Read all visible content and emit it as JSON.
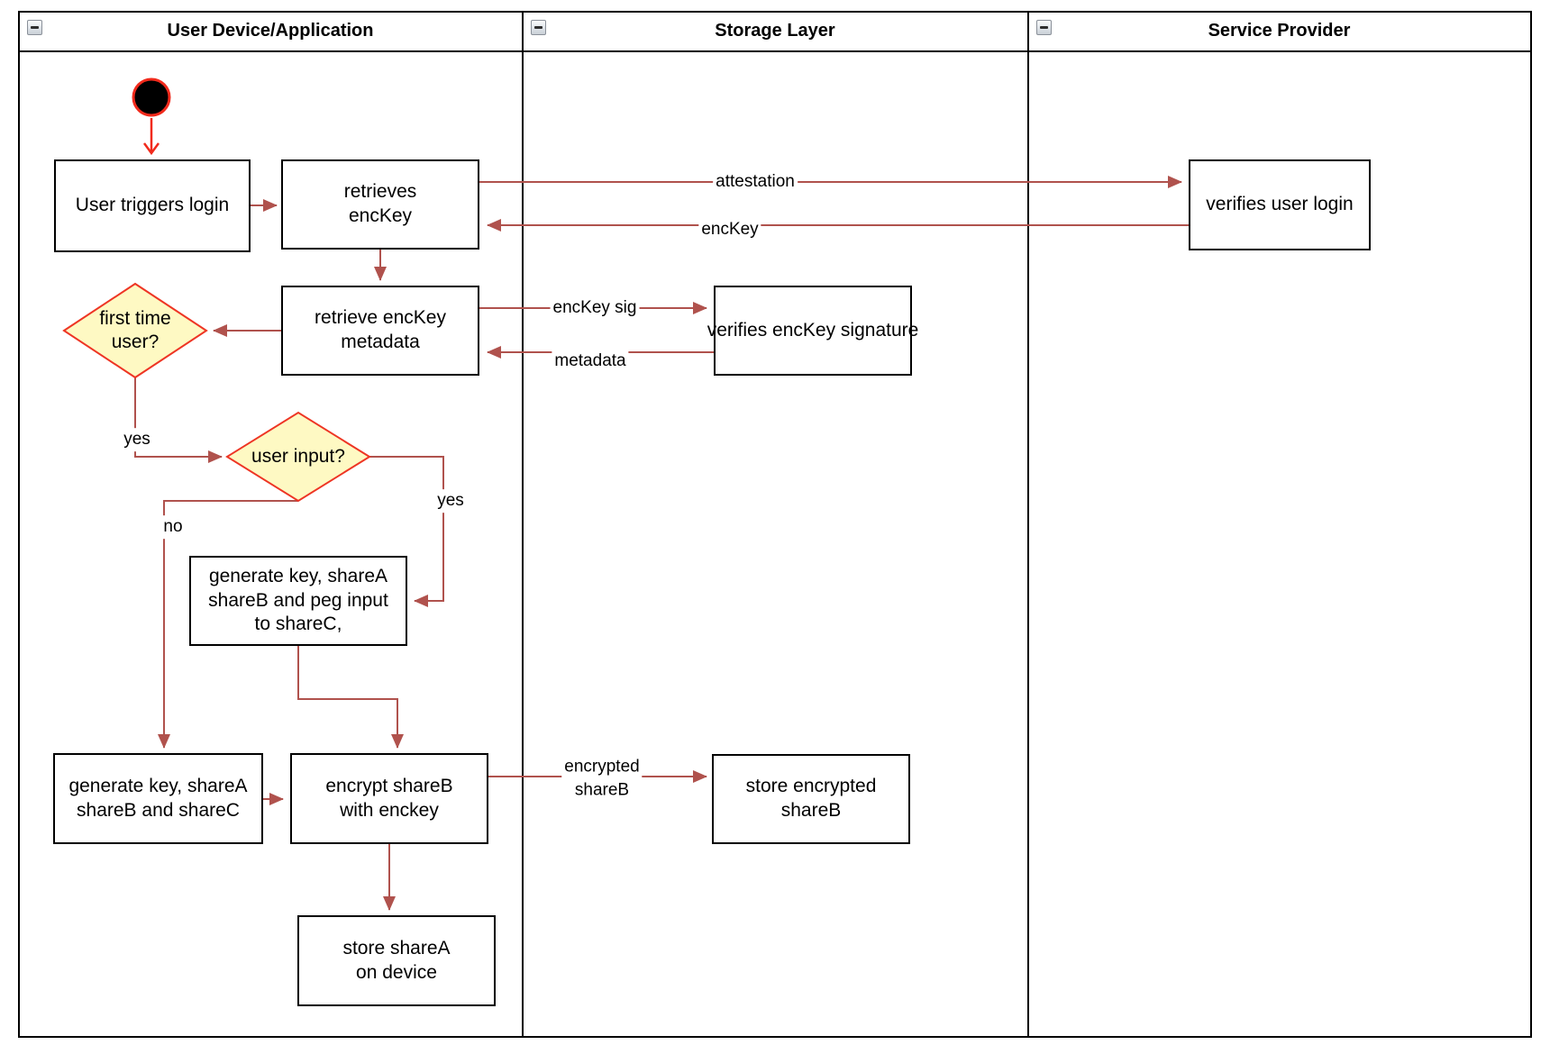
{
  "lanes": [
    {
      "title": "User Device/Application"
    },
    {
      "title": "Storage Layer"
    },
    {
      "title": "Service Provider"
    }
  ],
  "nodes": {
    "user_triggers_login": {
      "lines": [
        "User triggers login"
      ]
    },
    "retrieves_enckey": {
      "lines": [
        "retrieves",
        "encKey"
      ]
    },
    "retrieve_enckey_metadata": {
      "lines": [
        "retrieve encKey",
        "metadata"
      ]
    },
    "generate_key_peg_input": {
      "lines": [
        "generate key, shareA",
        "shareB and peg input",
        "to shareC,"
      ]
    },
    "generate_key_sharec": {
      "lines": [
        "generate key, shareA",
        "shareB and shareC"
      ]
    },
    "encrypt_shareb": {
      "lines": [
        "encrypt shareB",
        "with enckey"
      ]
    },
    "store_sharea": {
      "lines": [
        "store shareA",
        "on device"
      ]
    },
    "verifies_enckey_signature": {
      "lines": [
        "verifies encKey signature"
      ]
    },
    "store_encrypted_shareb": {
      "lines": [
        "store encrypted",
        "shareB"
      ]
    },
    "verifies_user_login": {
      "lines": [
        "verifies user login"
      ]
    }
  },
  "decisions": {
    "first_time_user": {
      "lines": [
        "first time",
        "user?"
      ]
    },
    "user_input": {
      "lines": [
        "user input?"
      ]
    }
  },
  "edge_labels": {
    "attestation": "attestation",
    "enckey_return": "encKey",
    "enckey_sig": "encKey sig",
    "metadata": "metadata",
    "encrypted_shareb": {
      "lines": [
        "encrypted",
        "shareB"
      ]
    },
    "first_time_yes": "yes",
    "user_input_yes": "yes",
    "user_input_no": "no"
  },
  "colors": {
    "flow_arrow": "#B0524D",
    "start_red": "#F12A1C",
    "decision_fill": "#FEF9C3",
    "decision_border": "#EE3524",
    "node_border": "#000000"
  }
}
